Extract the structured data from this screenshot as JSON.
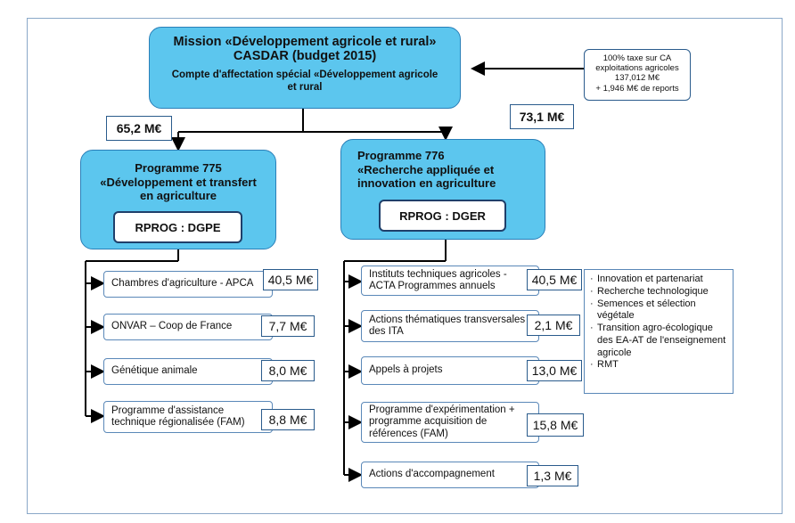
{
  "mission": {
    "title_line1": "Mission «Développement agricole et rural»",
    "title_line2": "CASDAR (budget 2015)",
    "subtitle": "Compte d'affectation spécial «Développement agricole et rural"
  },
  "tax_box": {
    "line1": "100% taxe sur CA",
    "line2": "exploitations agricoles",
    "line3": "137,012 M€",
    "line4": "+ 1,946 M€ de reports"
  },
  "amounts": {
    "left": "65,2 M€",
    "right": "73,1 M€"
  },
  "program_775": {
    "title_line1": "Programme 775",
    "title_line2": "«Développement et transfert",
    "title_line3": "en agriculture",
    "rprog": "RPROG : DGPE",
    "items": [
      {
        "label": "Chambres d'agriculture - APCA",
        "amount": "40,5 M€"
      },
      {
        "label": "ONVAR – Coop de France",
        "amount": "7,7 M€"
      },
      {
        "label": "Génétique animale",
        "amount": "8,0 M€"
      },
      {
        "label": "Programme d'assistance technique régionalisée (FAM)",
        "amount": "8,8 M€"
      }
    ]
  },
  "program_776": {
    "title_line1": "Programme 776",
    "title_line2": "«Recherche appliquée et",
    "title_line3": "innovation en agriculture",
    "rprog": "RPROG : DGER",
    "items": [
      {
        "label": "Instituts techniques agricoles - ACTA Programmes annuels",
        "amount": "40,5 M€"
      },
      {
        "label": "Actions thématiques transversales des ITA",
        "amount": "2,1 M€"
      },
      {
        "label": "Appels à projets",
        "amount": "13,0 M€"
      },
      {
        "label": "Programme d'expérimentation + programme acquisition de références (FAM)",
        "amount": "15,8 M€"
      },
      {
        "label": "Actions d'accompagnement",
        "amount": "1,3 M€"
      }
    ],
    "themes": [
      "Innovation et partenariat",
      "Recherche technologique",
      "Semences et sélection végétale",
      "Transition agro-écologique des EA-AT de l'enseignement agricole",
      "RMT"
    ]
  }
}
